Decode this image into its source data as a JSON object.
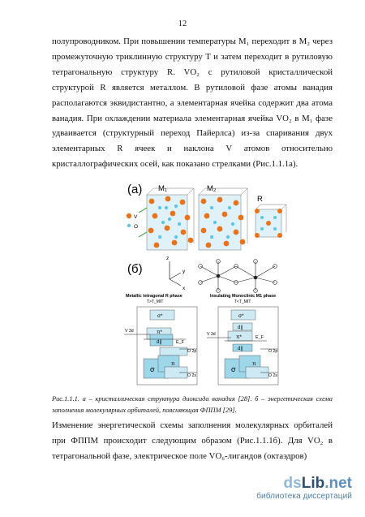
{
  "page_number": "12",
  "paragraph_top": "полупроводником. При повышении температуры M₁ переходит в M₂ через промежуточную триклинную структуру T и затем переходит в рутиловую тетрагональную структуру R. VO₂ с рутиловой кристаллической структурой R является металлом. В рутиловой фазе атомы ванадия располагаются эквидистантно, а элементарная ячейка содержит два атома ванадия. При охлаждении материала элементарная ячейка VO₂ в M₁ фазе удваивается (структурный переход Пайерлса) из-за спаривания двух элементарных R ячеек и наклона V атомов относительно кристаллографических осей, как показано стрелками (Рис.1.1.1а).",
  "figure": {
    "panel_a_label": "(а)",
    "panel_b_label": "(б)",
    "m1_label": "M₁",
    "m2_label": "M₂",
    "r_label": "R",
    "legend_v": "V",
    "legend_o": "O",
    "axis_z": "z",
    "axis_y": "y",
    "axis_x": "x",
    "phase_left_title": "Metallic tetragonal R phase",
    "phase_left_temp": "T>T_MIT",
    "phase_right_title": "Insulating Monoclinic M1 phase",
    "phase_right_temp": "T<T_MIT",
    "sigma_star": "σ*",
    "pi_star": "π*",
    "d_par": "d∥",
    "d_par_split": "d∥",
    "e_f": "E_F",
    "v3d": "V 3d",
    "o2p": "O 2p",
    "o2s": "O 2s",
    "sigma": "σ",
    "pi": "π",
    "colors": {
      "vanadium": "#e8731a",
      "oxygen": "#5ec4e6",
      "box": "#9fd7ea",
      "box_light": "#cdeaf4",
      "green_arrow": "#4caf50"
    }
  },
  "caption": "Рис.1.1.1. а – кристаллическая структура диоксида ванадия [28]. б – энергетическая схема заполнения молекулярных орбиталей, поясняющая ФППМ [29].",
  "paragraph_bottom": "Изменение энергетической схемы заполнения молекулярных орбиталей при ФППМ происходит следующим образом (Рис.1.1.1б). Для VO₂ в тетрагональной фазе, электрическое поле VO₆-лигандов (октаэдров)",
  "watermark": {
    "ds": "ds",
    "lib": "Lib",
    "net": ".net",
    "subtitle": "библиотека диссертаций"
  }
}
